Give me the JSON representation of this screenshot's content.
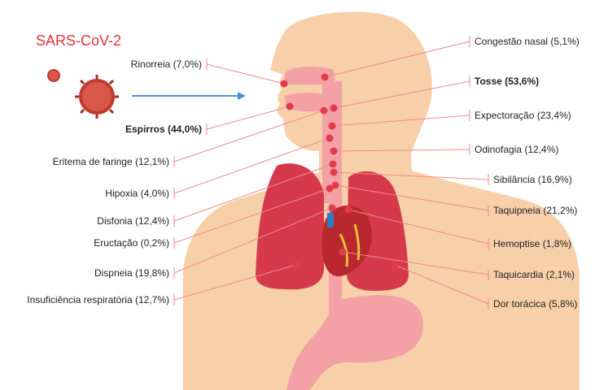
{
  "title": "SARS-CoV-2",
  "left_labels": [
    {
      "text": "Rinorreia (7,0%)",
      "bold": false
    },
    {
      "text": "Espirros (44,0%)",
      "bold": true
    },
    {
      "text": "Eritema de faringe (12,1%)",
      "bold": false
    },
    {
      "text": "Hipoxia (4,0%)",
      "bold": false
    },
    {
      "text": "Disfonia (12,4%)",
      "bold": false
    },
    {
      "text": "Eructação (0,2%)",
      "bold": false
    },
    {
      "text": "Dispneia (19,8%)",
      "bold": false
    },
    {
      "text": "Insuficiência respiratória (12,7%)",
      "bold": false
    }
  ],
  "right_labels": [
    {
      "text": "Congestão nasal (5,1%)",
      "bold": false
    },
    {
      "text": "Tosse (53,6%)",
      "bold": true
    },
    {
      "text": "Expectoração (23,4%)",
      "bold": false
    },
    {
      "text": "Odinofagia (12,4%)",
      "bold": false
    },
    {
      "text": "Sibilância (16,9%)",
      "bold": false
    },
    {
      "text": "Taquipneia (21,2%)",
      "bold": false
    },
    {
      "text": "Hemoptise (1,8%)",
      "bold": false
    },
    {
      "text": "Taquicardia (2,1%)",
      "bold": false
    },
    {
      "text": "Dor torácica (5,8%)",
      "bold": false
    }
  ],
  "colors": {
    "title": "#e0323b",
    "skin": "#f7cfa9",
    "airway": "#f4a1a6",
    "lung": "#d63a4a",
    "dot": "#e23b4b",
    "line": "#f08a8f",
    "arrow": "#4a90d9",
    "virus": "#c0392b"
  }
}
